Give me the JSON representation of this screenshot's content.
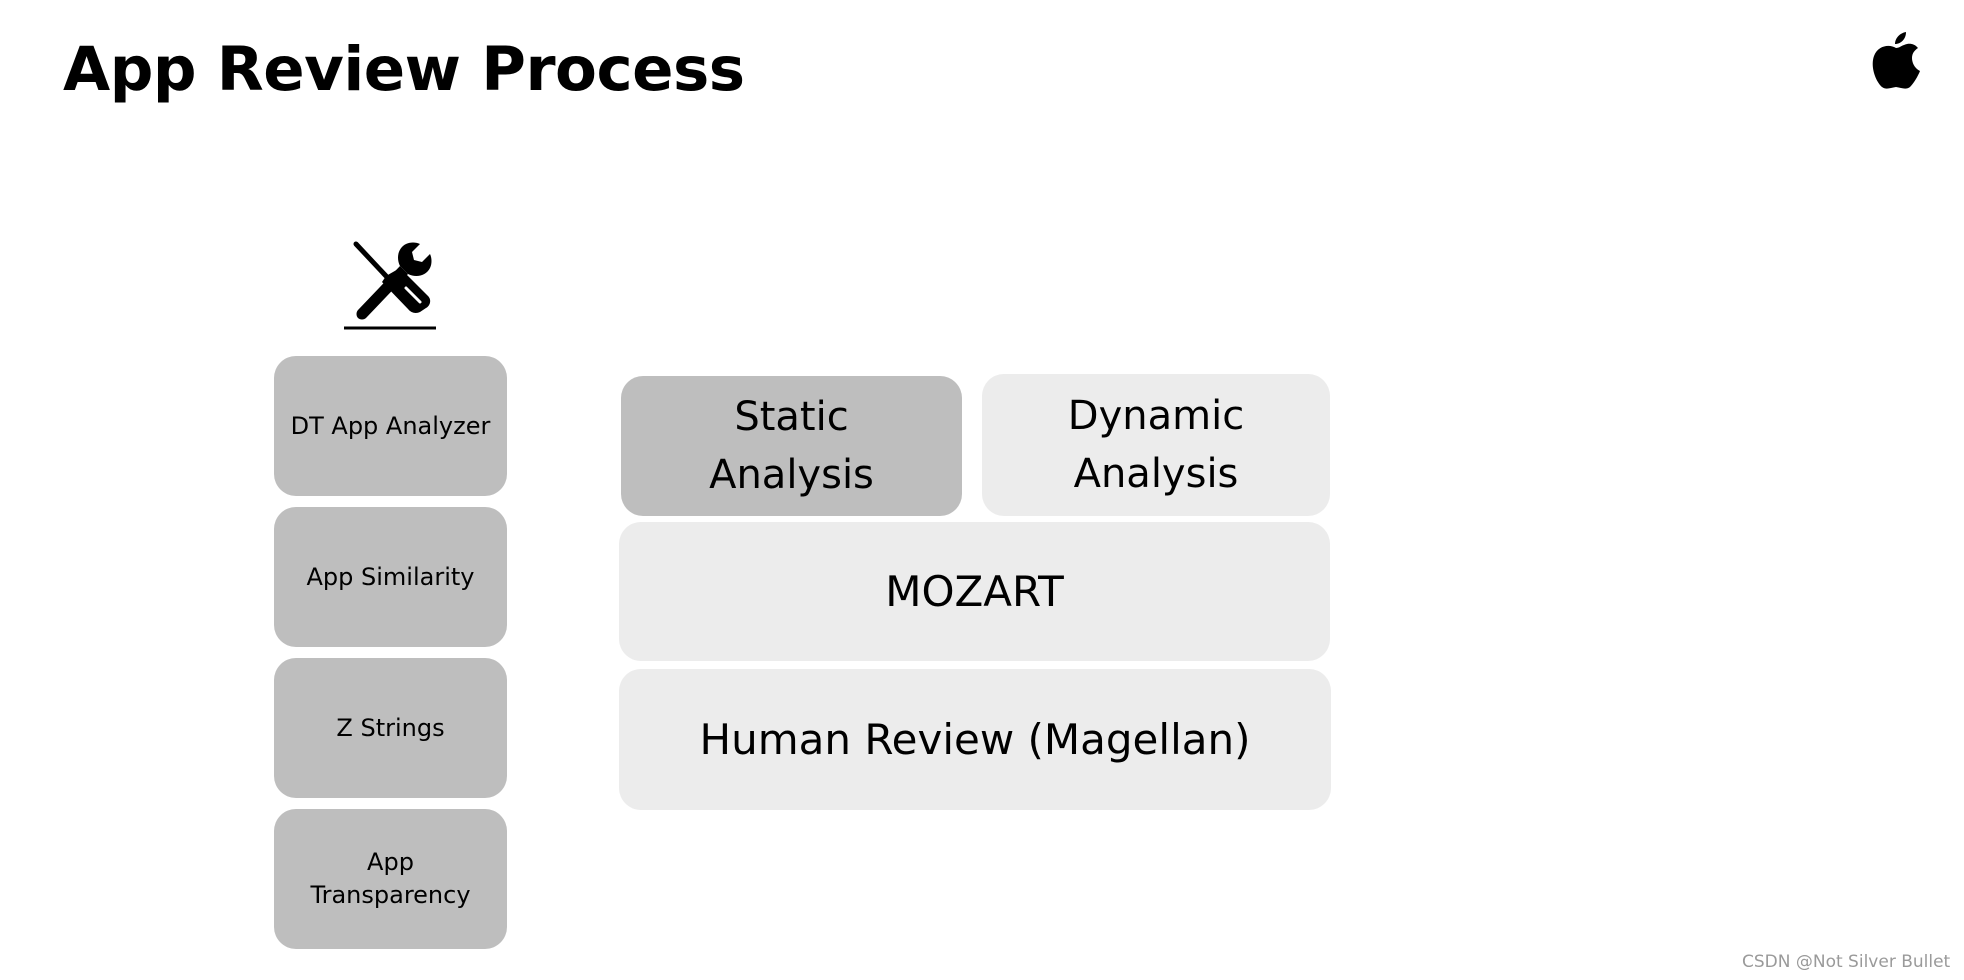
{
  "slide": {
    "title": "App Review Process",
    "logo_icon": "apple-logo-icon",
    "tools_icon": "wrench-screwdriver-icon"
  },
  "tools": [
    {
      "label": "DT App Analyzer"
    },
    {
      "label": "App Similarity"
    },
    {
      "label": "Z Strings"
    },
    {
      "label": "App\nTransparency"
    }
  ],
  "stack": {
    "static_label": "Static\nAnalysis",
    "dynamic_label": "Dynamic\nAnalysis",
    "mozart_label": "MOZART",
    "human_label": "Human Review (Magellan)"
  },
  "watermark": "CSDN @Not Silver Bullet",
  "colors": {
    "dark_box": "#bebebe",
    "light_box": "#ececec",
    "text": "#000000"
  }
}
